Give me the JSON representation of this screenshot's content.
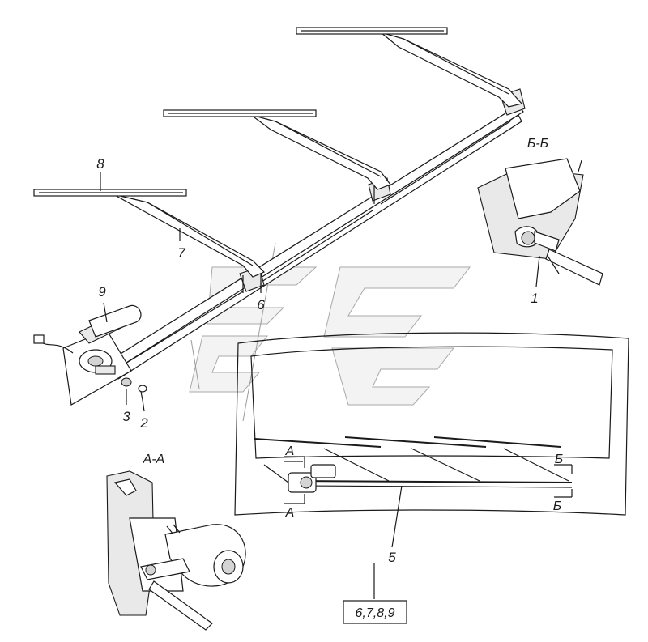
{
  "section_labels": {
    "aa": "А-А",
    "bb": "Б-Б"
  },
  "callouts": {
    "c1": "1",
    "c2": "2",
    "c3": "3",
    "c5": "5",
    "c6": "6",
    "c7": "7",
    "c8": "8",
    "c9": "9"
  },
  "cut_marks": {
    "a_top": "А",
    "a_bottom": "А",
    "b_top": "Б",
    "b_bottom": "Б"
  },
  "kit_label": "6,7,8,9",
  "icons": [
    "wiper-motor-icon",
    "wiper-arm-icon",
    "wiper-blade-icon",
    "linkage-rod-icon",
    "windshield-icon",
    "watermark-logo-icon"
  ]
}
